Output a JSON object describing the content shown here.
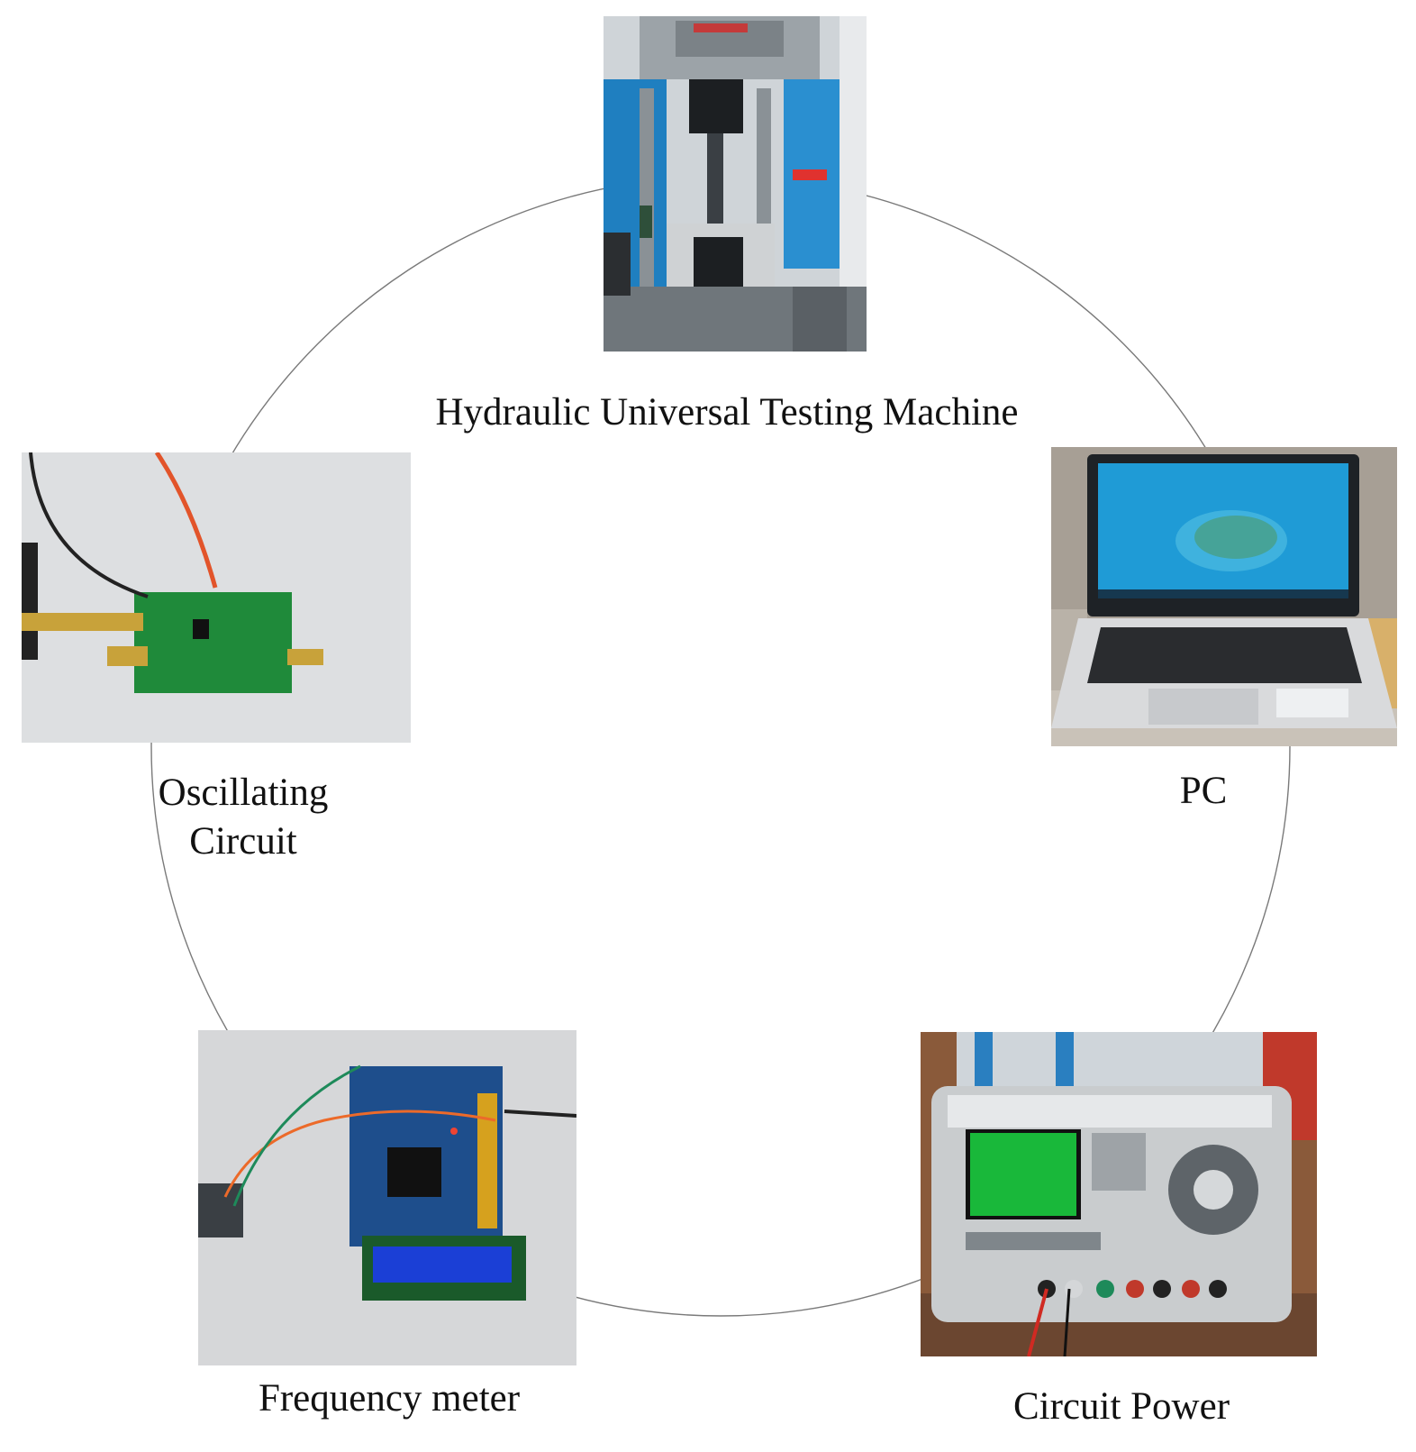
{
  "diagram": {
    "nodes": [
      {
        "id": "hydraulic",
        "label": "Hydraulic Universal Testing Machine",
        "photo_icon": "testing-machine-photo"
      },
      {
        "id": "pc",
        "label": "PC",
        "photo_icon": "laptop-photo"
      },
      {
        "id": "circuit-power",
        "label": "Circuit Power",
        "photo_icon": "power-supply-photo"
      },
      {
        "id": "frequency-meter",
        "label": "Frequency meter",
        "photo_icon": "frequency-meter-photo"
      },
      {
        "id": "oscillating-circuit",
        "label_lines": [
          "Oscillating",
          "Circuit"
        ],
        "photo_icon": "oscillator-board-photo"
      }
    ],
    "connector": "circle",
    "colors": {
      "ring": "#7a7a7a",
      "label": "#111111",
      "machine_blue": "#1f7fc0",
      "pcb_green": "#1f8a3a",
      "lcd_blue": "#1b3fd6",
      "psu_green_screen": "#2ad84a"
    }
  }
}
